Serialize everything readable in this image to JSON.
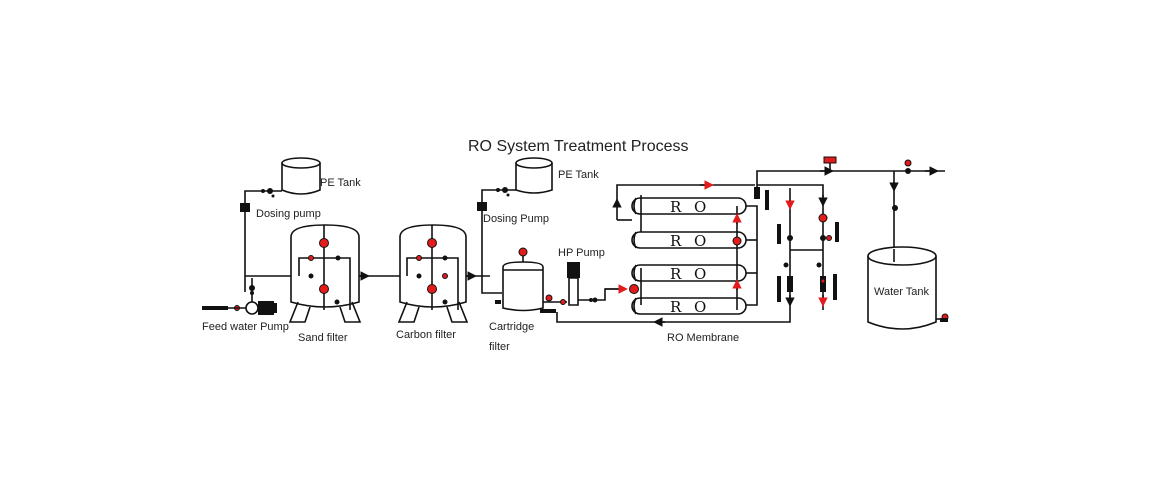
{
  "title": "RO System Treatment Process",
  "components": {
    "pe_tank_1": "PE Tank",
    "dosing_pump_1": "Dosing pump",
    "feed_pump": "Feed water Pump",
    "sand_filter": "Sand filter",
    "carbon_filter": "Carbon filter",
    "pe_tank_2": "PE Tank",
    "dosing_pump_2": "Dosing Pump",
    "cartridge_filter_line1": "Cartridge",
    "cartridge_filter_line2": "filter",
    "hp_pump": "HP Pump",
    "ro_membrane": "RO Membrane",
    "water_tank": "Water Tank"
  },
  "ro_vessels": [
    "R O",
    "R O",
    "R O",
    "R O"
  ],
  "colors": {
    "line": "#111111",
    "valve_accent": "#e41b1b",
    "background": "#ffffff"
  }
}
